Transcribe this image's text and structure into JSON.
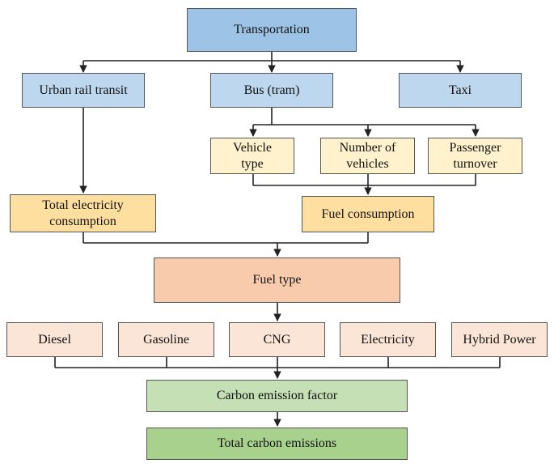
{
  "colors": {
    "top": "#9dc3e6",
    "modes": "#bdd7ee",
    "factors": "#fff2cc",
    "consumption": "#ffdf9f",
    "fuel_type": "#f8cbad",
    "fuels": "#fbe5d6",
    "emission_factor": "#c5e0b4",
    "total": "#a9d18e",
    "line": "#222222"
  },
  "nodes": {
    "transportation": "Transportation",
    "urban_rail": "Urban rail transit",
    "bus": "Bus (tram)",
    "taxi": "Taxi",
    "vehicle_type": "Vehicle\ntype",
    "number_vehicles": "Number of\nvehicles",
    "passenger_turnover": "Passenger\nturnover",
    "total_electricity": "Total electricity\nconsumption",
    "fuel_consumption": "Fuel consumption",
    "fuel_type": "Fuel type",
    "diesel": "Diesel",
    "gasoline": "Gasoline",
    "cng": "CNG",
    "electricity": "Electricity",
    "hybrid_power": "Hybrid Power",
    "carbon_emission_factor": "Carbon emission factor",
    "total_carbon_emissions": "Total carbon emissions"
  }
}
